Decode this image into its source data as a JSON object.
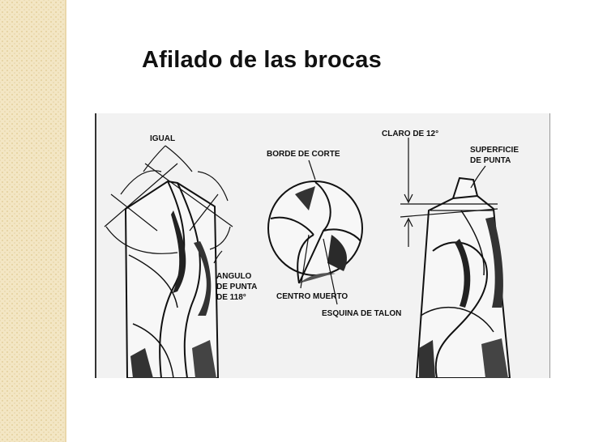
{
  "slide": {
    "title": "Afilado de las brocas"
  },
  "diagram": {
    "labels": {
      "igual": "IGUAL",
      "borde_corte": "BORDE DE CORTE",
      "claro": "CLARO DE 12°",
      "superficie_l1": "SUPERFICIE",
      "superficie_l2": "DE PUNTA",
      "angulo_l1": "ANGULO",
      "angulo_l2": "DE PUNTA",
      "angulo_l3": "DE 118°",
      "centro_muerto": "CENTRO MUERTO",
      "esquina_talon": "ESQUINA DE TALON"
    }
  }
}
